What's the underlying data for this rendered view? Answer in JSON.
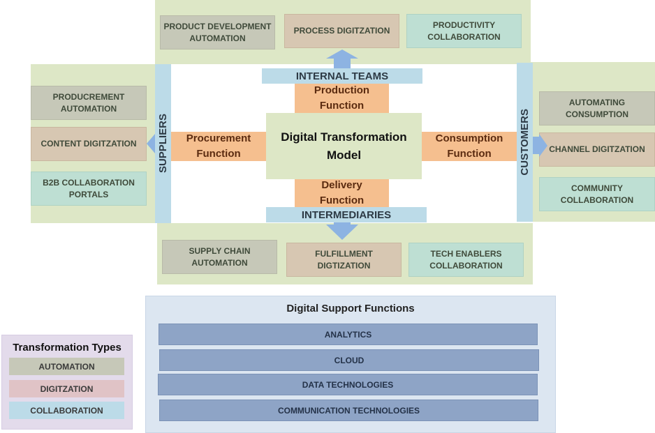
{
  "center": {
    "title": "Digital Transformation Model"
  },
  "functions": {
    "production": "Production Function",
    "procurement": "Procurement Function",
    "consumption": "Consumption Function",
    "delivery": "Delivery Function"
  },
  "stakeholders": {
    "internal_teams": "INTERNAL TEAMS",
    "intermediaries": "INTERMEDIARIES",
    "suppliers": "SUPPLIERS",
    "customers": "CUSTOMERS"
  },
  "top_boxes": {
    "automation": "PRODUCT DEVELOPMENT AUTOMATION",
    "digitization": "PROCESS DIGITZATION",
    "collaboration": "PRODUCTIVITY COLLABORATION"
  },
  "left_boxes": {
    "automation": "PRODUCREMENT AUTOMATION",
    "digitization": "CONTENT DIGITZATION",
    "collaboration": "B2B COLLABORATION PORTALS"
  },
  "right_boxes": {
    "automation": "AUTOMATING CONSUMPTION",
    "digitization": "CHANNEL DIGITZATION",
    "collaboration": "COMMUNITY COLLABORATION"
  },
  "bottom_boxes": {
    "automation": "SUPPLY CHAIN AUTOMATION",
    "digitization": "FULFILLMENT DIGTIZATION",
    "collaboration": "TECH ENABLERS COLLABORATION"
  },
  "support": {
    "title": "Digital Support Functions",
    "items": [
      "ANALYTICS",
      "CLOUD",
      "DATA TECHNOLOGIES",
      "COMMUNICATION TECHNOLOGIES"
    ]
  },
  "legend": {
    "title": "Transformation Types",
    "items": [
      "AUTOMATION",
      "DIGITZATION",
      "COLLABORATION"
    ]
  },
  "colors": {
    "automation": "#c6c8b8",
    "digitization": "#d7c7b2",
    "collaboration": "#bedfd3",
    "function": "#f5bf8f",
    "arrow": "#8db3e2"
  }
}
